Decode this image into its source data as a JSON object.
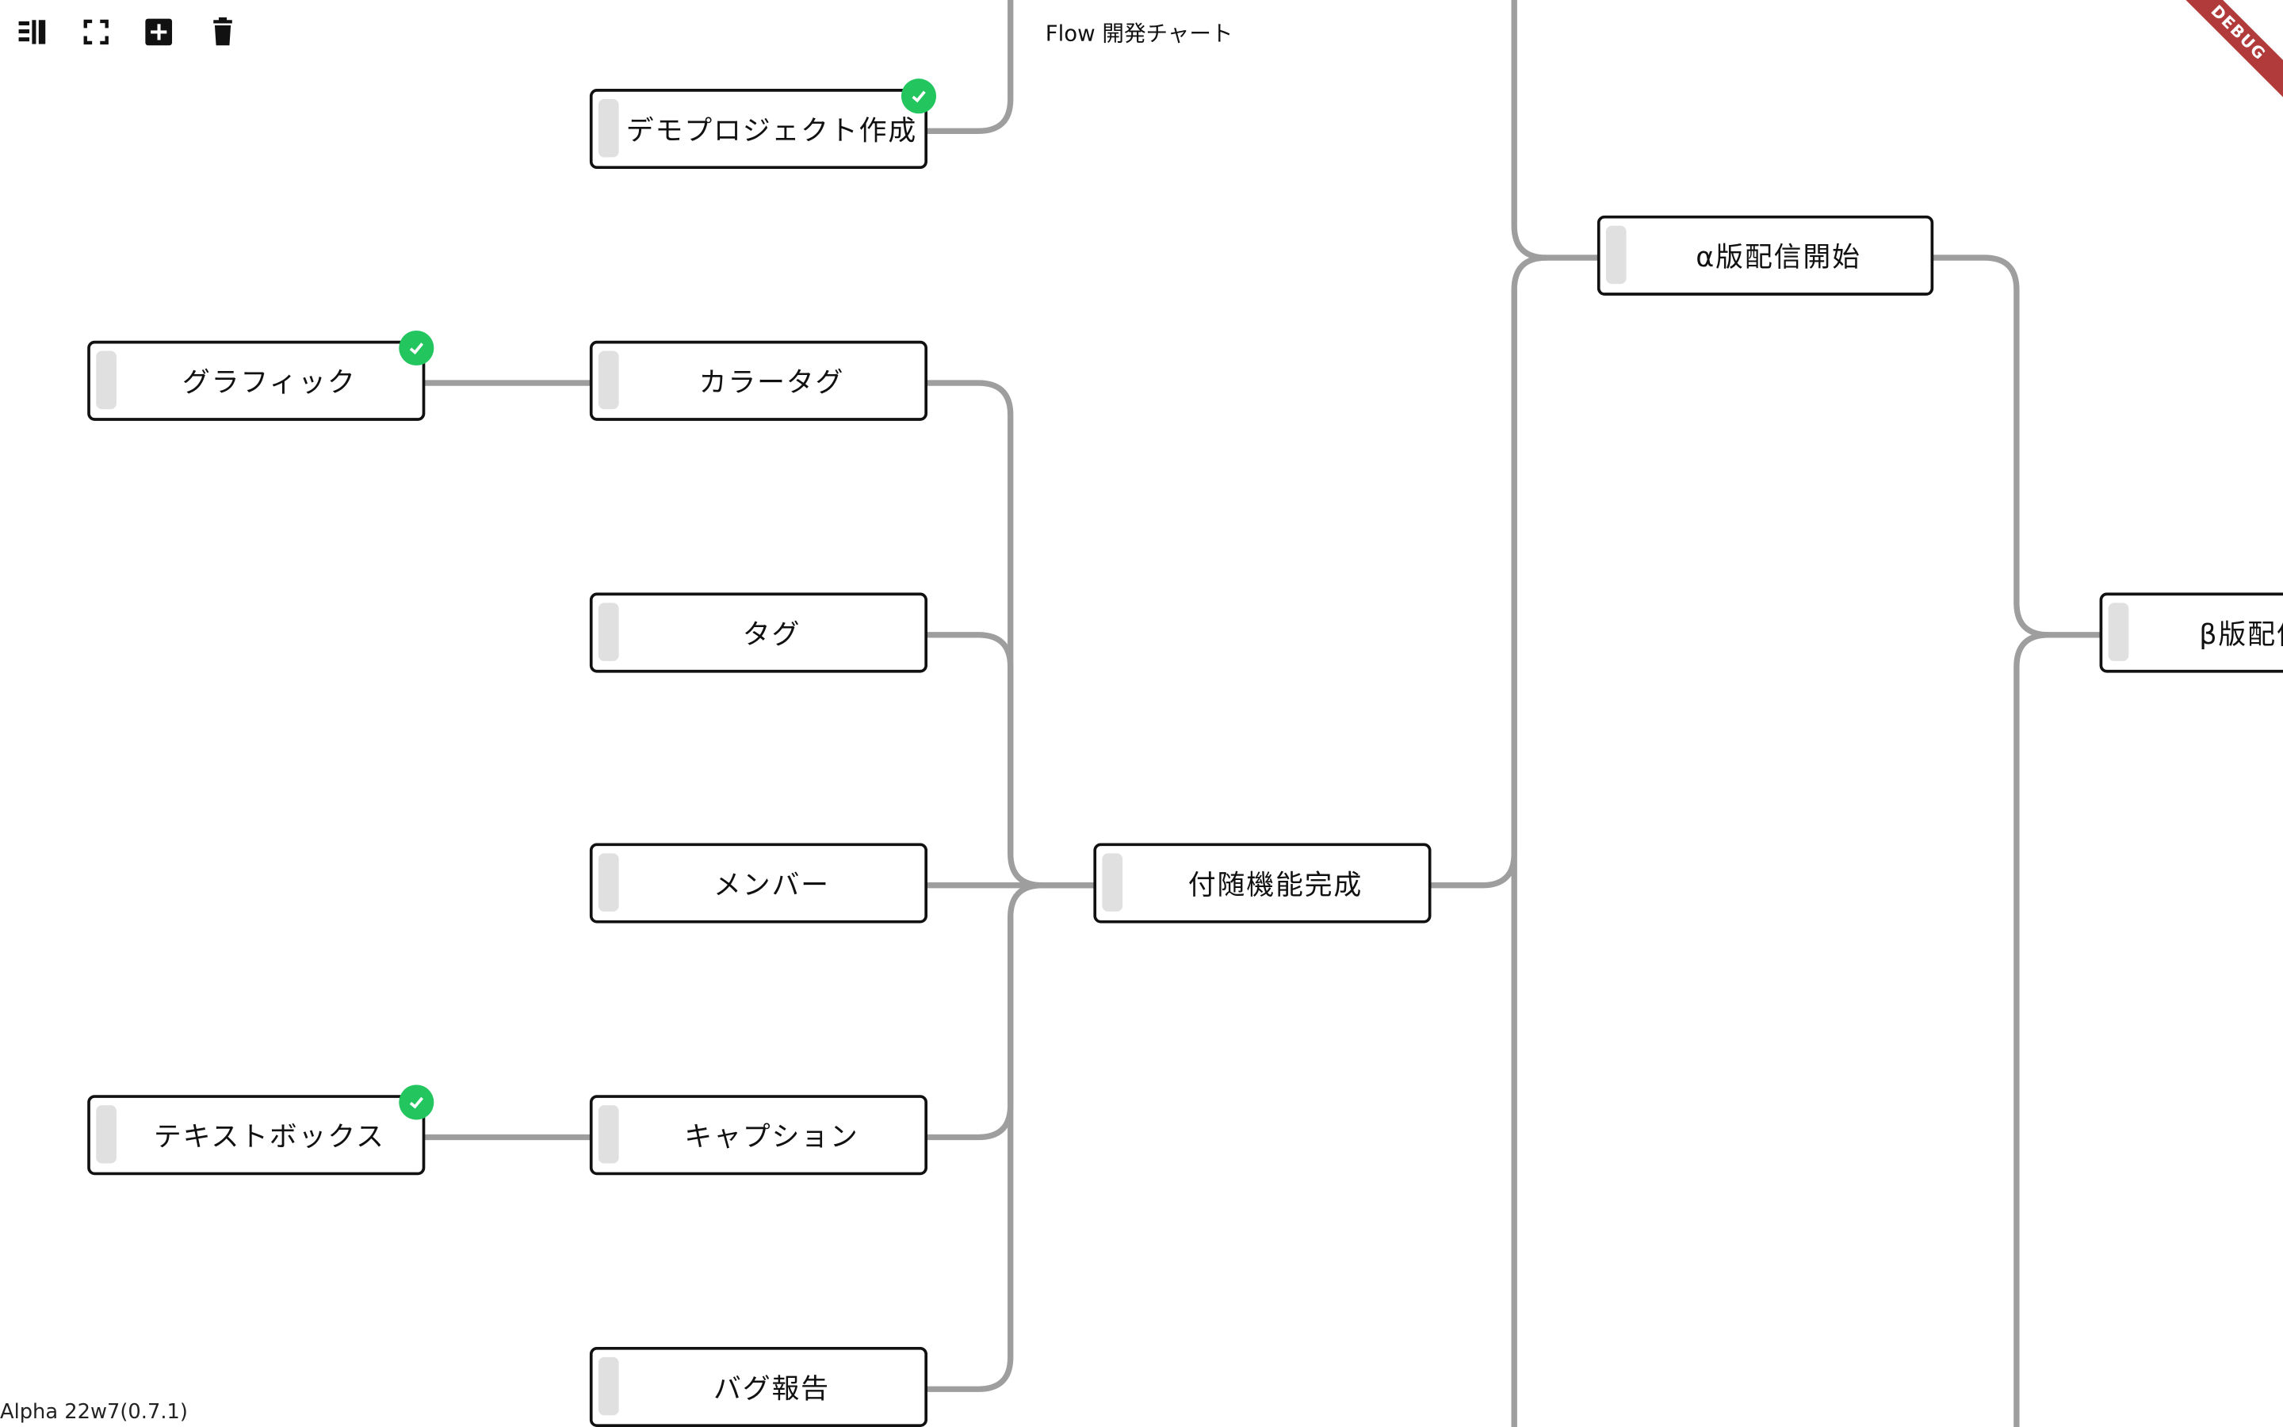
{
  "app": {
    "title": "Flow 開発チャート",
    "version": "Alpha 22w7(0.7.1)",
    "debug_banner": "DEBUG"
  },
  "toolbar": [
    {
      "icon": "sidebar-toggle-icon"
    },
    {
      "icon": "fullscreen-icon"
    },
    {
      "icon": "add-box-icon"
    },
    {
      "icon": "delete-icon"
    }
  ],
  "nodes": [
    {
      "label": "デモプロジェクト作成",
      "done": true
    },
    {
      "label": "グラフィック",
      "done": true
    },
    {
      "label": "カラータグ",
      "done": false
    },
    {
      "label": "タグ",
      "done": false
    },
    {
      "label": "メンバー",
      "done": false
    },
    {
      "label": "付随機能完成",
      "done": false
    },
    {
      "label": "テキストボックス",
      "done": true
    },
    {
      "label": "キャプション",
      "done": false
    },
    {
      "label": "バグ報告",
      "done": false
    },
    {
      "label": "α版配信開始",
      "done": false
    },
    {
      "label": "β版配信開始",
      "done": false
    }
  ],
  "colors": {
    "connector": "#9e9e9e",
    "done_badge": "#22c55e",
    "node_border": "#111111",
    "debug_ribbon": "#b13a3a"
  }
}
